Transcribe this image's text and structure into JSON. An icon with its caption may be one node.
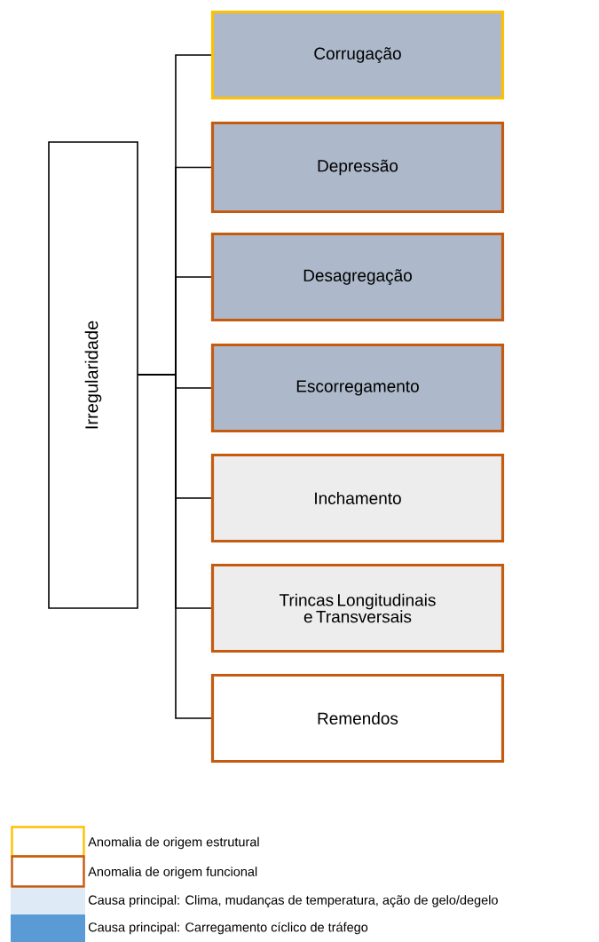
{
  "diagram": {
    "nodes": [
      {
        "text": [
          "Irregularidade"
        ]
      },
      {
        "text": [
          "Corrugação"
        ]
      },
      {
        "text": [
          "Depressão"
        ]
      },
      {
        "text": [
          "Desagregação"
        ]
      },
      {
        "text": [
          "Escorregamento"
        ]
      },
      {
        "text": [
          "Inchamento"
        ]
      },
      {
        "text": [
          "Trincas Longitudinais e Transversais"
        ]
      },
      {
        "text": [
          "Remendos"
        ]
      }
    ],
    "edges": [
      {
        "from": 0,
        "to": 1,
        "arrow": "none"
      },
      {
        "from": 0,
        "to": 2,
        "arrow": "none"
      },
      {
        "from": 0,
        "to": 3,
        "arrow": "none"
      },
      {
        "from": 0,
        "to": 4,
        "arrow": "none"
      },
      {
        "from": 0,
        "to": 5,
        "arrow": "none"
      },
      {
        "from": 0,
        "to": 6,
        "arrow": "none"
      },
      {
        "from": 0,
        "to": 7,
        "arrow": "none"
      }
    ],
    "legend": [
      {
        "text": "Anomalia de origem estrutural"
      },
      {
        "text": "Anomalia de origem funcional"
      },
      {
        "text": "Causa principal: Clima, mudanças de temperatura, ação de gelo/degelo",
        "color": "#deebf7"
      },
      {
        "text": "Causa principal: Carregamento cíclico de tráfego",
        "color": "#5b9bd5"
      }
    ]
  }
}
